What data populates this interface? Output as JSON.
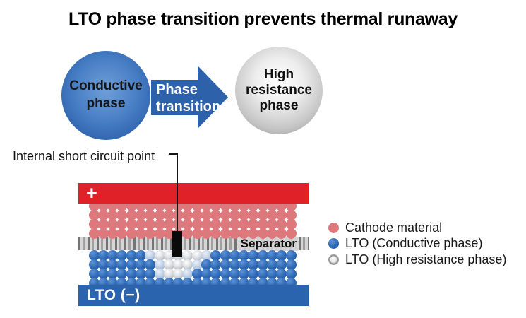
{
  "title": "LTO phase transition prevents thermal runaway",
  "flow": {
    "conductive_label": "Conductive phase",
    "arrow_label": "Phase transition",
    "resistance_label": "High resistance phase"
  },
  "callout": {
    "label": "Internal short circuit point"
  },
  "battery": {
    "positive_label": "+",
    "separator_label": "Separator",
    "negative_label": "LTO (−)",
    "grid": {
      "columns": 22,
      "cathode_rows": 4,
      "anode_rows": 4,
      "silver_cells": {
        "0": [
          7,
          8,
          9,
          10,
          11
        ],
        "1": [
          8,
          9,
          10
        ],
        "2": [
          8,
          9
        ]
      },
      "bluegray_cells": {
        "0": [
          6,
          12
        ],
        "1": [
          7,
          11
        ],
        "2": [
          7,
          10
        ]
      }
    }
  },
  "legend": [
    {
      "label": "Cathode material"
    },
    {
      "label": "LTO (Conductive phase)"
    },
    {
      "label": "LTO (High resistance phase)"
    }
  ],
  "colors": {
    "bar_red": "#e02127",
    "bar_blue": "#2a63ae",
    "arrow_blue": "#2d62ab",
    "cathode_pink": "#dd787c"
  }
}
